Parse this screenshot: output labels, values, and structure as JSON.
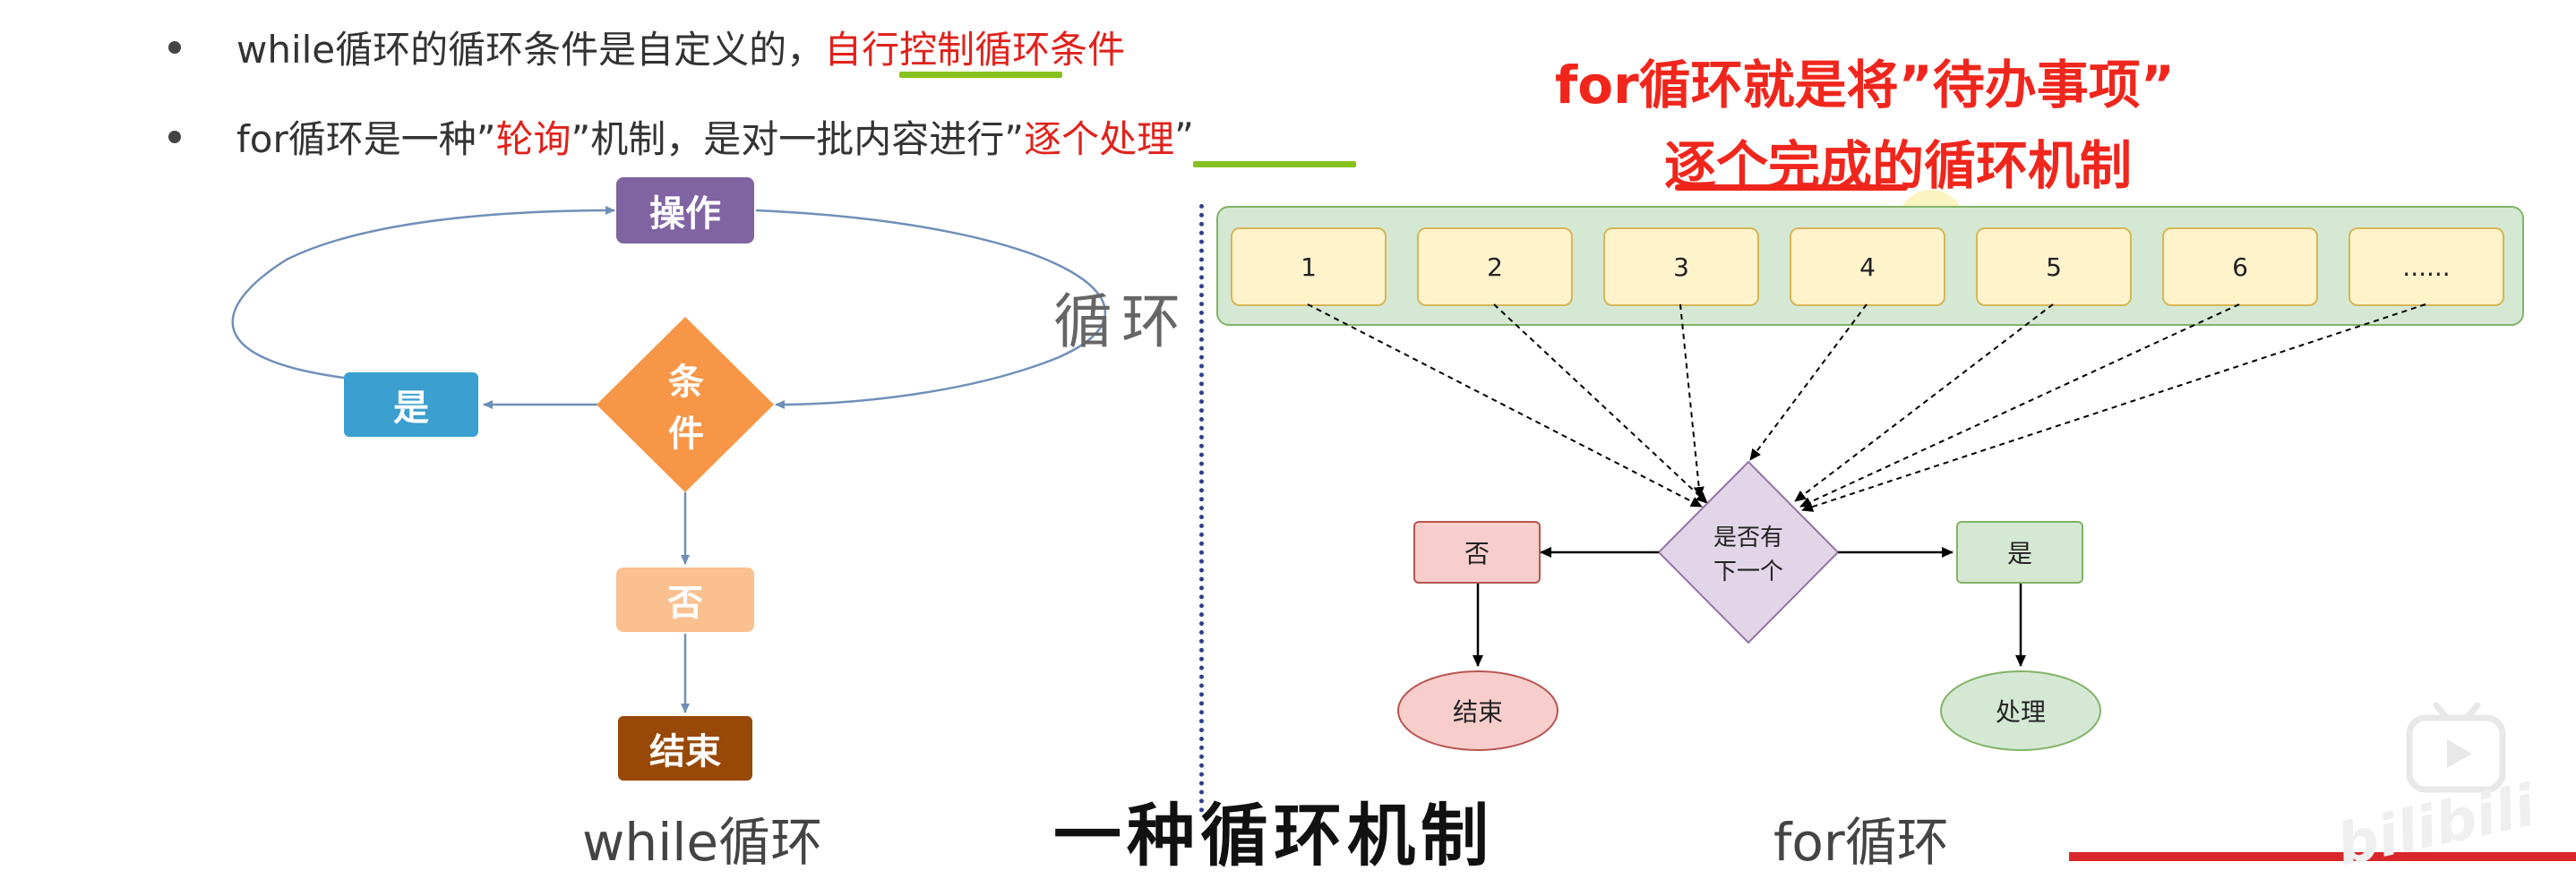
{
  "bullets": {
    "b1_prefix": "while循环的循环条件是自定义的，",
    "b1_highlight": "自行控制循环条件",
    "b2_prefix": "for循环是一种”",
    "b2_red1": "轮询",
    "b2_mid": "”机制，是对一批内容进行”",
    "b2_red2": "逐个处理",
    "b2_suffix": "”"
  },
  "annotation": {
    "line1": "for循环就是将”待办事项”",
    "line2": "逐个完成的循环机制"
  },
  "while_diagram": {
    "operation": "操作",
    "condition_1": "条",
    "condition_2": "件",
    "yes": "是",
    "no": "否",
    "end": "结束",
    "loop_label": "循环",
    "caption": "while循环"
  },
  "for_diagram": {
    "items": [
      "1",
      "2",
      "3",
      "4",
      "5",
      "6",
      "......"
    ],
    "decision_1": "是否有",
    "decision_2": "下一个",
    "no": "否",
    "yes": "是",
    "end": "结束",
    "process": "处理",
    "caption": "for循环"
  },
  "subtitle": "一种循环机制",
  "watermark": "bilibili",
  "colors": {
    "operation": "#8064a2",
    "condition": "#f79646",
    "yes_blue": "#3b9fd0",
    "no_light_orange": "#fac090",
    "end_brown": "#984807",
    "item_fill": "#fff3cc",
    "item_border": "#d6b656",
    "container_fill": "#d5e8d4",
    "container_border": "#82b366",
    "decision_fill": "#e1d5e7",
    "decision_border": "#9673a6",
    "no_fill": "#f8cecc",
    "no_border": "#b85450",
    "annotation_red": "#f0261c",
    "underline_green": "#86c21d"
  }
}
